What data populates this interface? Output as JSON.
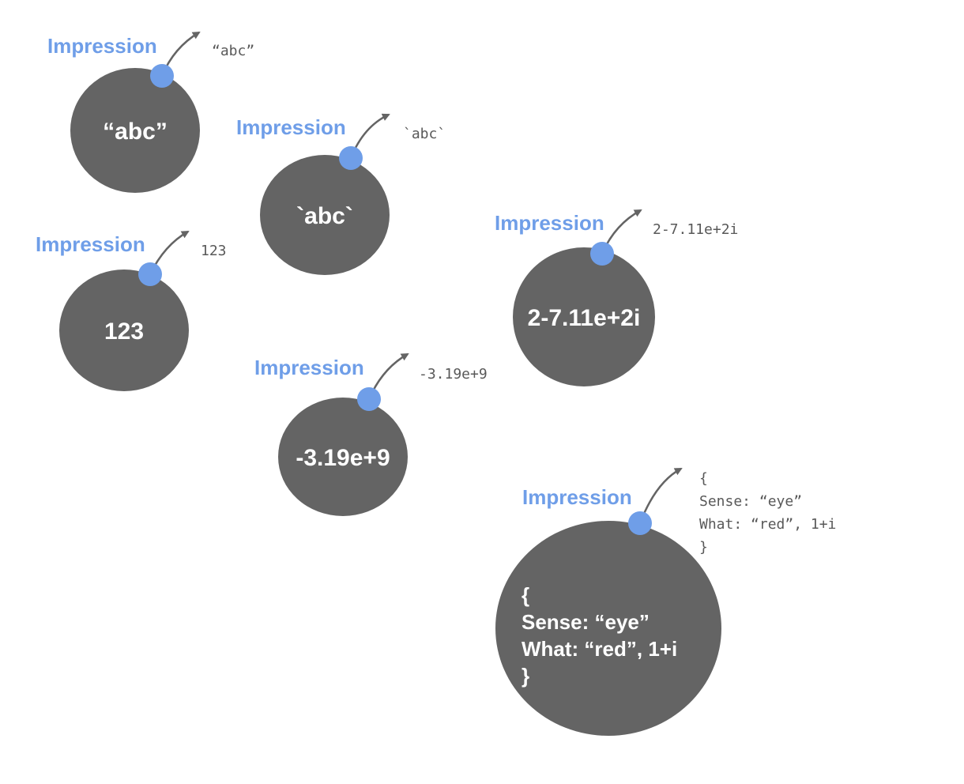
{
  "colors": {
    "body": "#646464",
    "port": "#6f9ee8",
    "label": "#6f9ee8",
    "arrow": "#646464",
    "mono_text": "#595959",
    "body_text": "#ffffff"
  },
  "label_text": "Impression",
  "nodes": [
    {
      "id": "string-node",
      "label": "Impression",
      "body_lines": [
        "“abc”"
      ],
      "output_lines": [
        "“abc”"
      ]
    },
    {
      "id": "symbol-node",
      "label": "Impression",
      "body_lines": [
        "`abc`"
      ],
      "output_lines": [
        "`abc`"
      ]
    },
    {
      "id": "integer-node",
      "label": "Impression",
      "body_lines": [
        "123"
      ],
      "output_lines": [
        "123"
      ]
    },
    {
      "id": "complex-node",
      "label": "Impression",
      "body_lines": [
        "2-7.11e+2i"
      ],
      "output_lines": [
        "2-7.11e+2i"
      ]
    },
    {
      "id": "float-node",
      "label": "Impression",
      "body_lines": [
        "-3.19e+9"
      ],
      "output_lines": [
        "-3.19e+9"
      ]
    },
    {
      "id": "record-node",
      "label": "Impression",
      "body_lines": [
        "{",
        "   Sense: “eye”",
        "   What:  “red”, 1+i",
        "}"
      ],
      "output_lines": [
        "{",
        "   Sense: “eye”",
        "   What:  “red”, 1+i",
        "}"
      ]
    }
  ]
}
